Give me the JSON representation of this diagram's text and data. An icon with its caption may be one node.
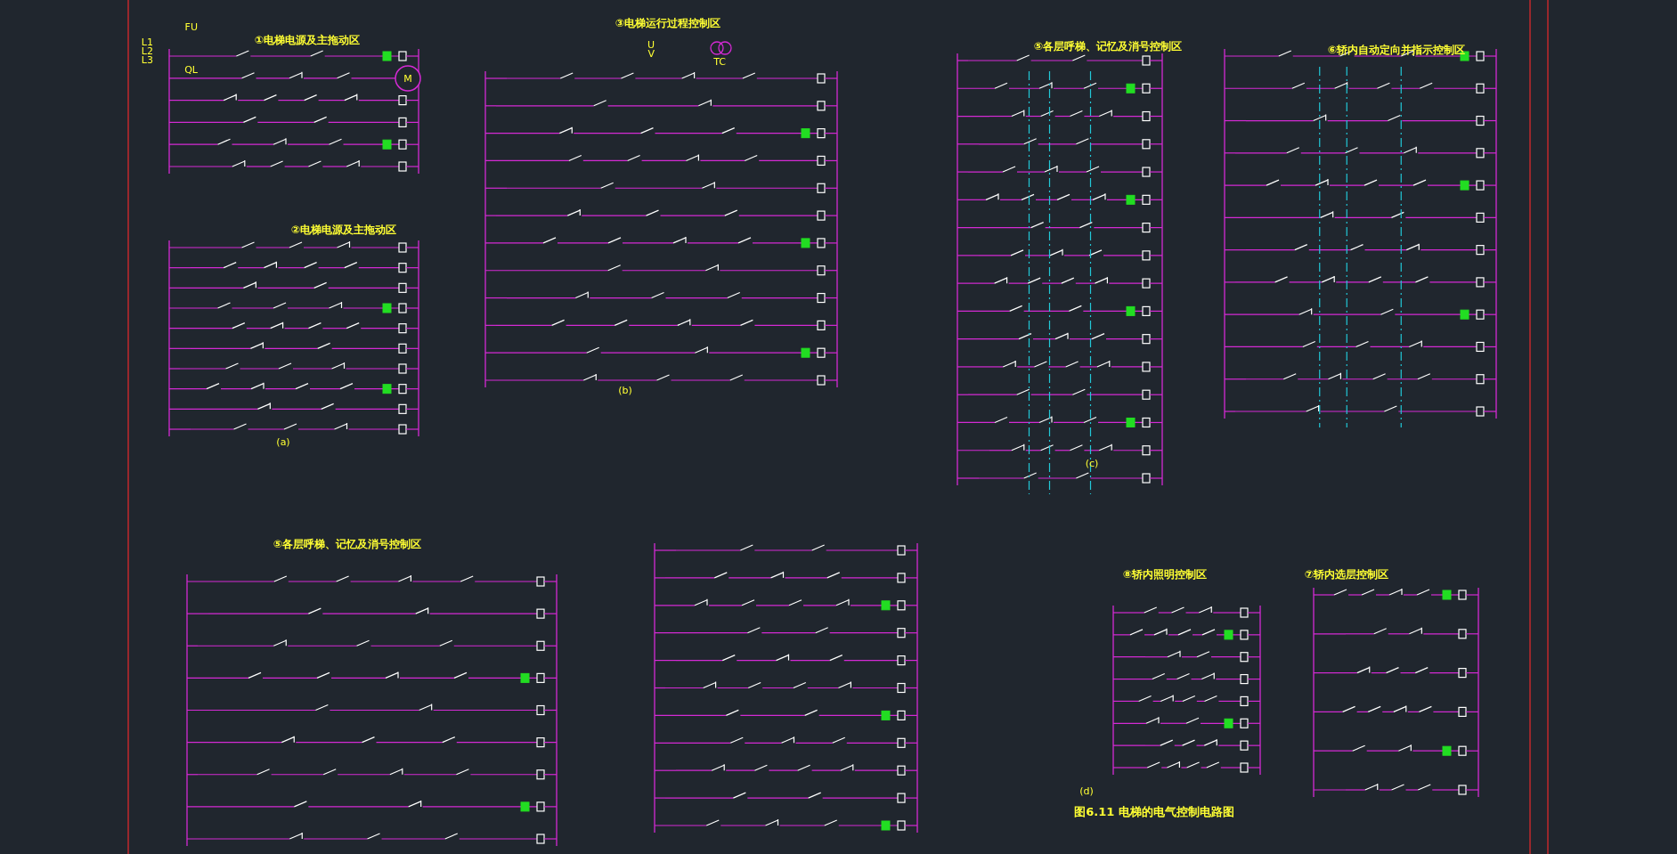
{
  "diagram": {
    "labels": [
      "①电梯电源及主拖动区",
      "③电梯运行过程控制区",
      "⑤各层呼梯、记忆及消号控制区",
      "⑥轿内自动定向并指示控制区",
      "L1",
      "L2",
      "L3",
      "FU",
      "QL",
      "M",
      "U",
      "V",
      "TC",
      "②电梯电源及主拖动区",
      "(a)",
      "(b)",
      "(c)",
      "⑤各层呼梯、记忆及消号控制区",
      "⑧轿内照明控制区",
      "⑦轿内选层控制区",
      "(d)",
      "图6.11 电梯的电气控制电路图"
    ]
  }
}
